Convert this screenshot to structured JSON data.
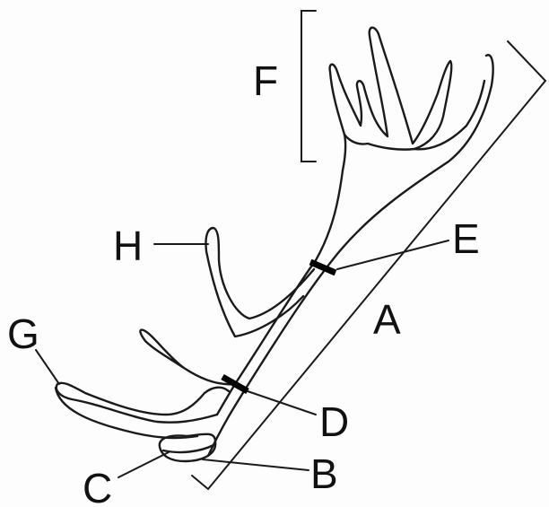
{
  "diagram": {
    "labels": {
      "A": "A",
      "B": "B",
      "C": "C",
      "D": "D",
      "E": "E",
      "F": "F",
      "G": "G",
      "H": "H"
    }
  }
}
